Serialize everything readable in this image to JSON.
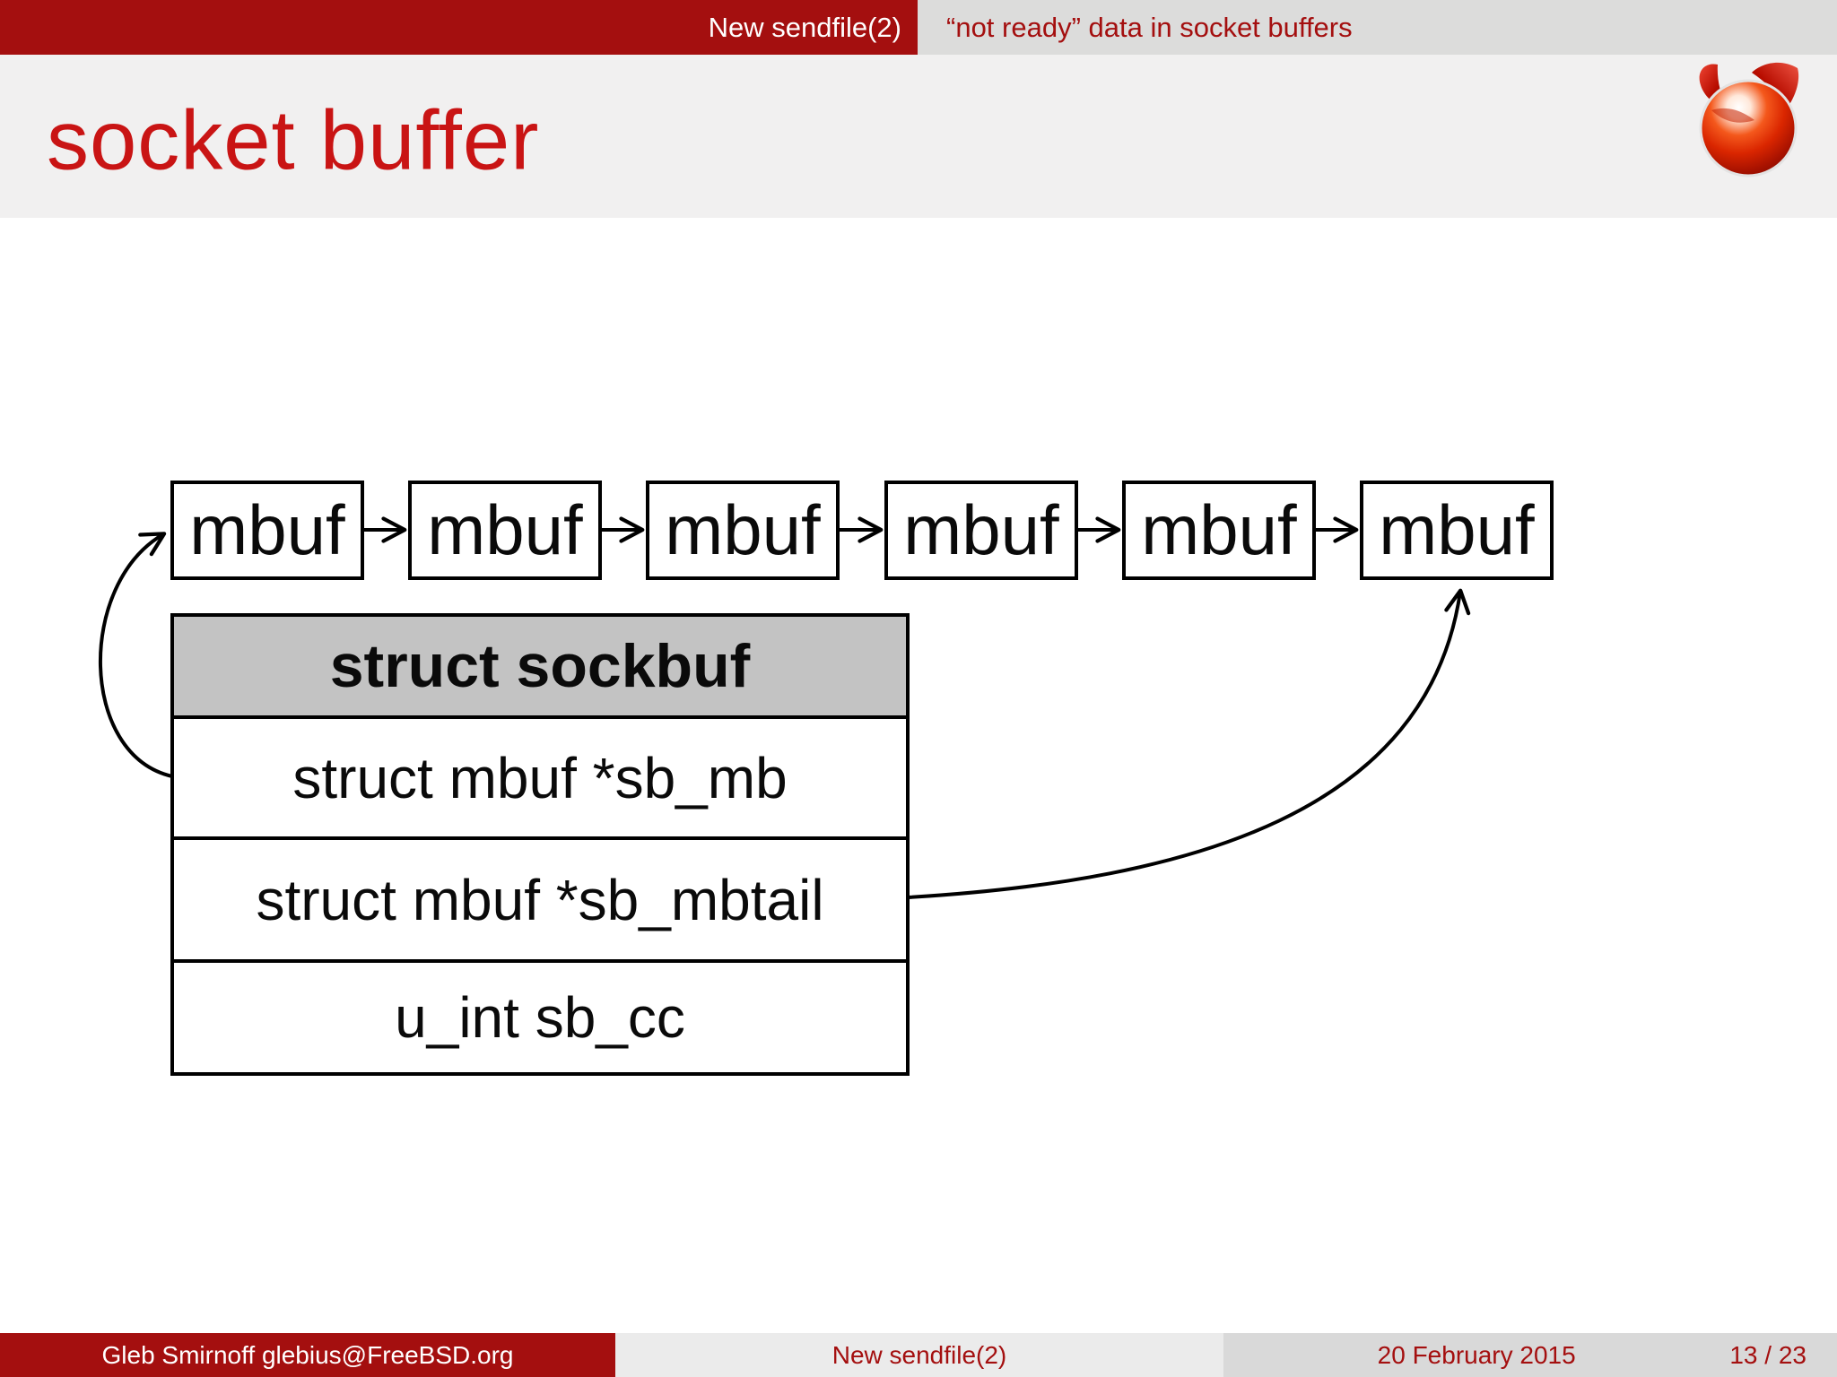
{
  "header": {
    "section": "New sendfile(2)",
    "subsection": "“not ready” data in socket buffers"
  },
  "title": "socket buffer",
  "diagram": {
    "mbuf_boxes": [
      "mbuf",
      "mbuf",
      "mbuf",
      "mbuf",
      "mbuf",
      "mbuf"
    ],
    "sockbuf": {
      "header": "struct sockbuf",
      "fields": [
        "struct mbuf *sb_mb",
        "struct mbuf *sb_mbtail",
        "u_int sb_cc"
      ]
    },
    "pointers": [
      "sb_mb points to first mbuf",
      "sb_mbtail points to last mbuf"
    ]
  },
  "footer": {
    "author": "Gleb Smirnoff glebius@FreeBSD.org",
    "title": "New sendfile(2)",
    "date": "20 February 2015",
    "page": "13 / 23"
  },
  "colors": {
    "bar_red": "#a40f0f",
    "title_red": "#c91414",
    "header_gray": "#dcdcdb",
    "title_band_gray": "#f1f0f0",
    "footer_mid_gray": "#ebebeb",
    "footer_right_gray": "#d9d9d9",
    "table_header_gray": "#c3c3c3"
  }
}
